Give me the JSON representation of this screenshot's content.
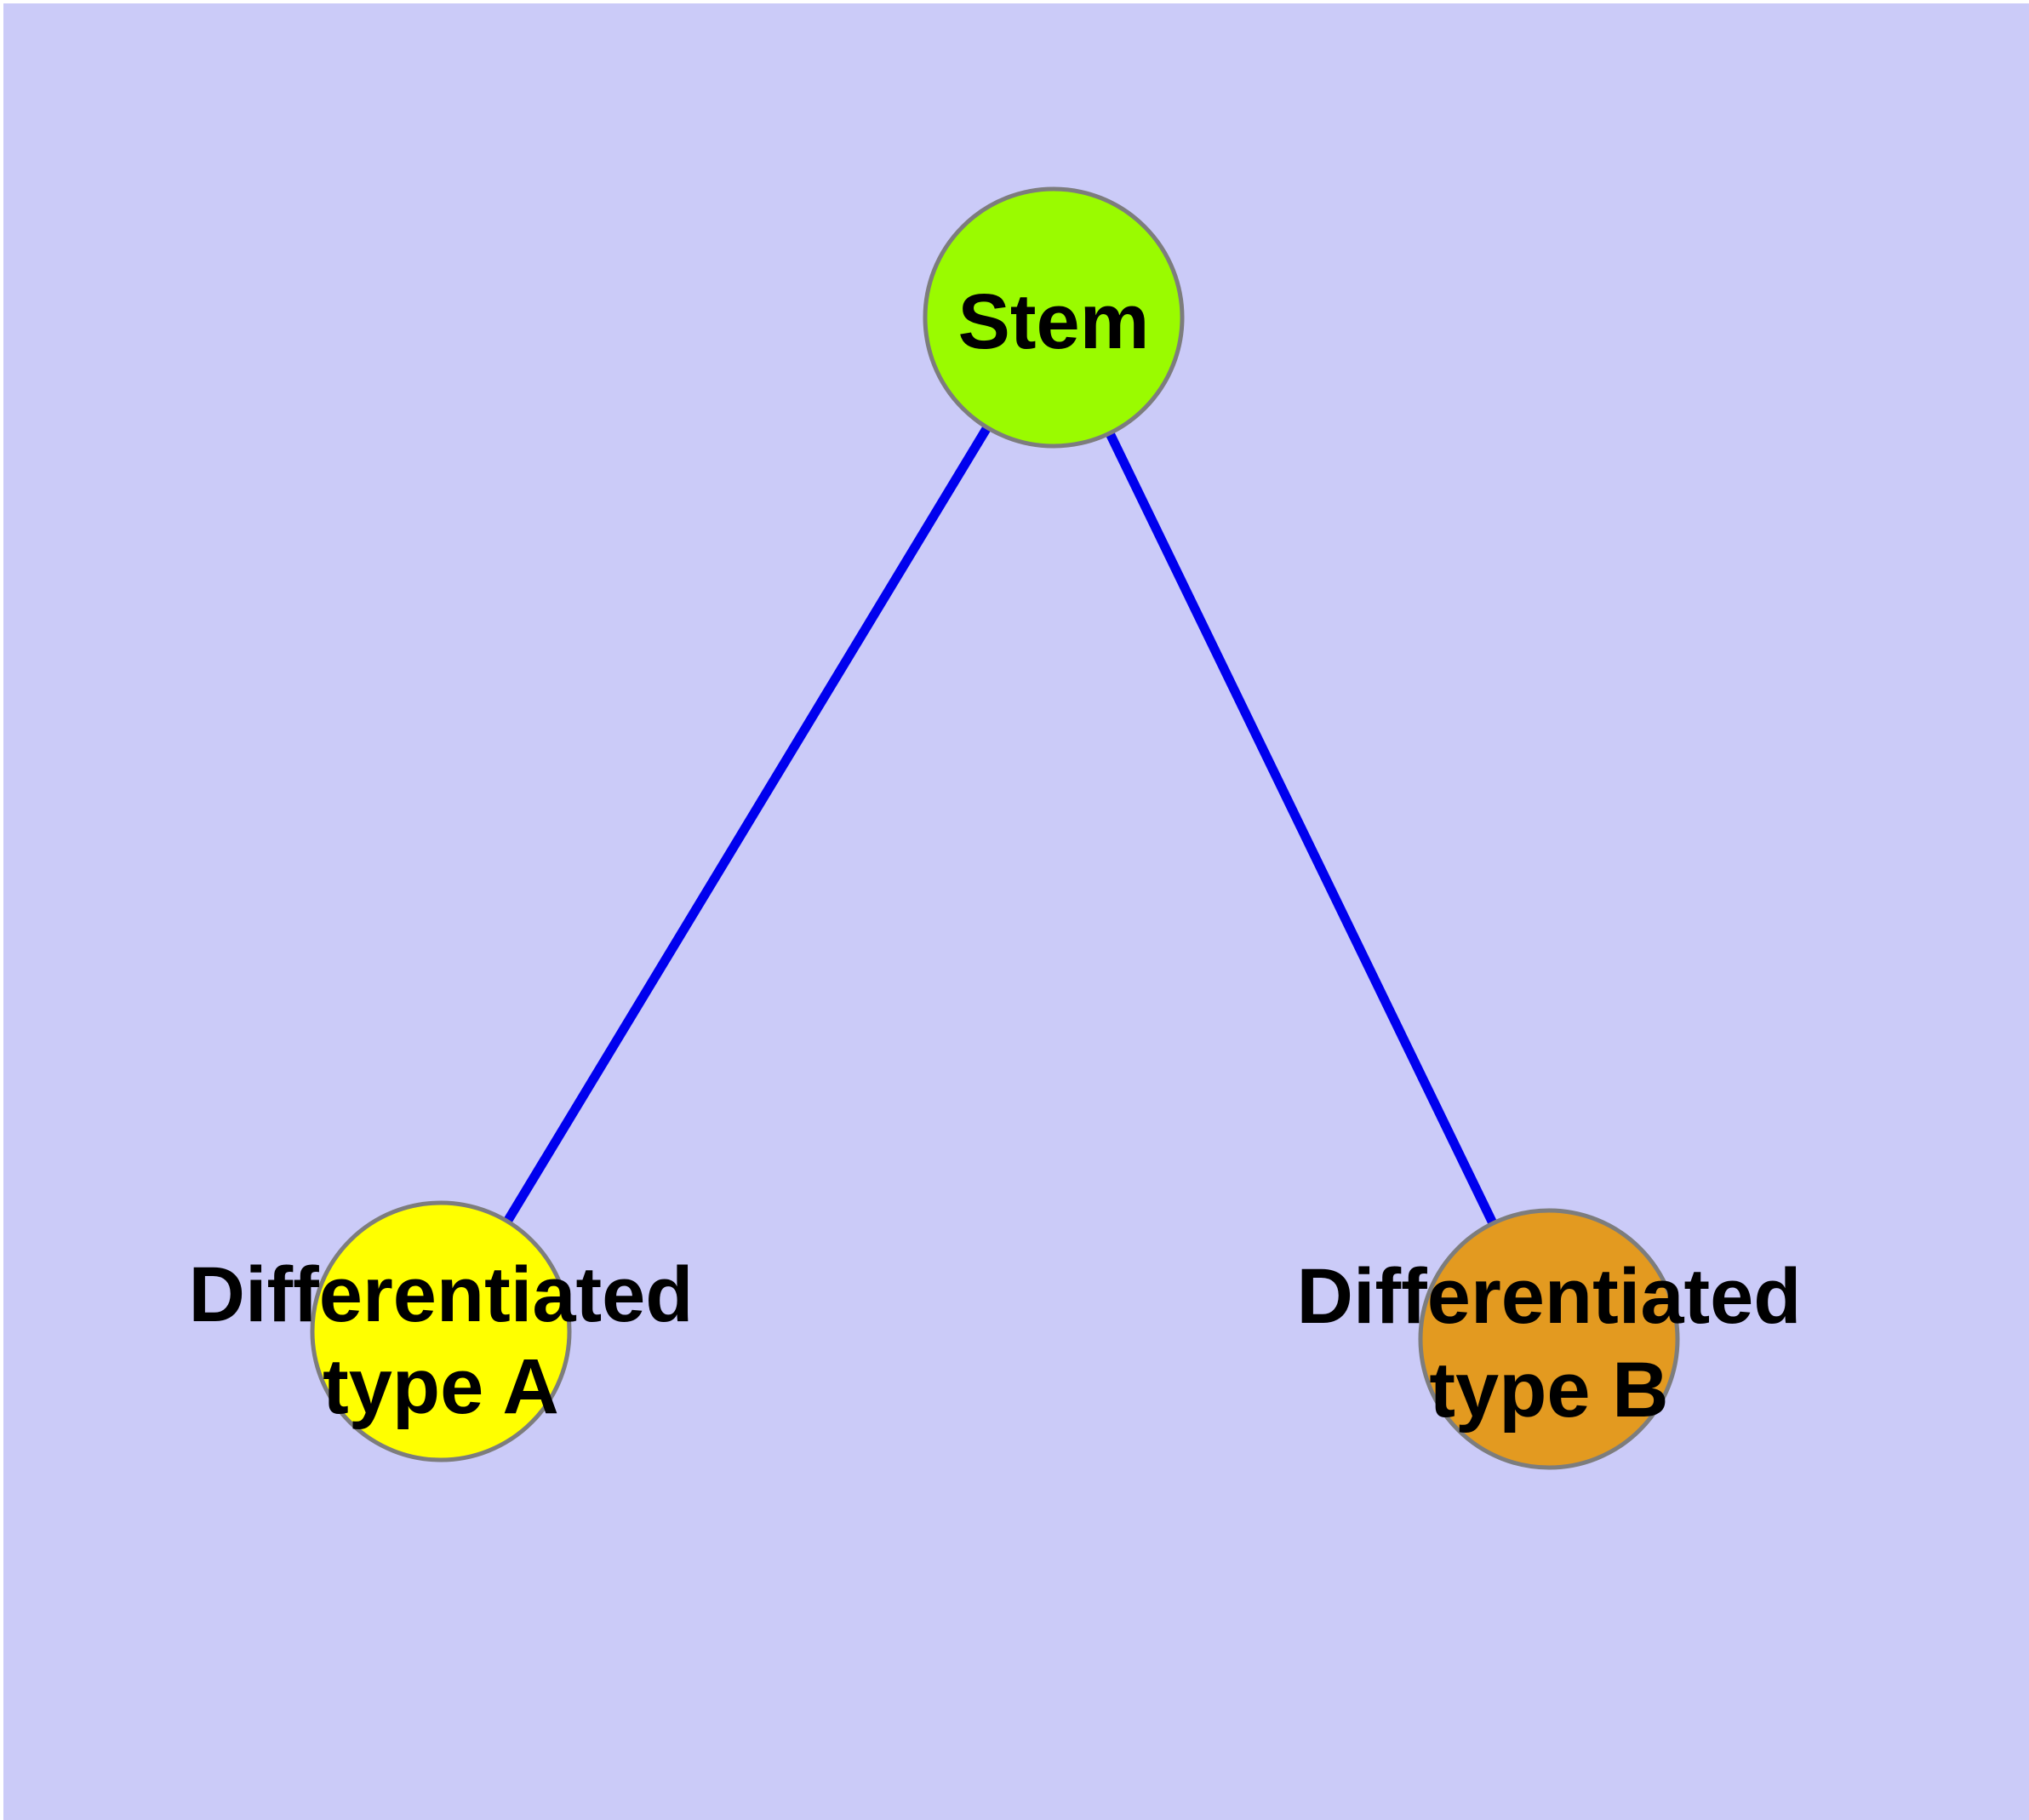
{
  "figure": {
    "background_color": "#CBCBF8",
    "frame_color": "#FFFFFF",
    "node_border_color": "#7D7D7D",
    "edge_color": "#0000EE",
    "label_color": "#000000",
    "nodes": {
      "stem": {
        "label": "Stem",
        "fill": "#9AFB00"
      },
      "type_a": {
        "label_line1": "Differentiated",
        "label_line2": "type A",
        "fill": "#FFFF00"
      },
      "type_b": {
        "label_line1": "Differentiated",
        "label_line2": "type B",
        "fill": "#E39A20"
      }
    },
    "edges": [
      {
        "from": "Stem",
        "to": "Differentiated type A"
      },
      {
        "from": "Stem",
        "to": "Differentiated type B"
      }
    ]
  }
}
